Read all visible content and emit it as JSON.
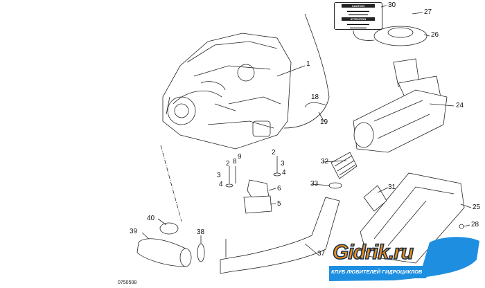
{
  "diagram": {
    "reference_code": "0750508",
    "callouts": [
      {
        "id": "1",
        "label": "1"
      },
      {
        "id": "2a",
        "label": "2"
      },
      {
        "id": "2b",
        "label": "2"
      },
      {
        "id": "3a",
        "label": "3"
      },
      {
        "id": "3b",
        "label": "3"
      },
      {
        "id": "4a",
        "label": "4"
      },
      {
        "id": "4b",
        "label": "4"
      },
      {
        "id": "5",
        "label": "5"
      },
      {
        "id": "6",
        "label": "6"
      },
      {
        "id": "8",
        "label": "8"
      },
      {
        "id": "9",
        "label": "9"
      },
      {
        "id": "18",
        "label": "18"
      },
      {
        "id": "19",
        "label": "19"
      },
      {
        "id": "24",
        "label": "24"
      },
      {
        "id": "25",
        "label": "25"
      },
      {
        "id": "26",
        "label": "26"
      },
      {
        "id": "27",
        "label": "27"
      },
      {
        "id": "28",
        "label": "28"
      },
      {
        "id": "30",
        "label": "30"
      },
      {
        "id": "31",
        "label": "31"
      },
      {
        "id": "32",
        "label": "32"
      },
      {
        "id": "33",
        "label": "33"
      },
      {
        "id": "37",
        "label": "37"
      },
      {
        "id": "38",
        "label": "38"
      },
      {
        "id": "39",
        "label": "39"
      },
      {
        "id": "40",
        "label": "40"
      }
    ],
    "warning_label": {
      "caution": "CAUTION",
      "attention": "ATTENTION"
    }
  },
  "logo": {
    "name": "Gidrik.ru",
    "tagline": "КЛУБ ЛЮБИТЕЛЕЙ ГИДРОЦИКЛОВ",
    "orange": "#f08a1c",
    "blue": "#1e8fe0"
  }
}
